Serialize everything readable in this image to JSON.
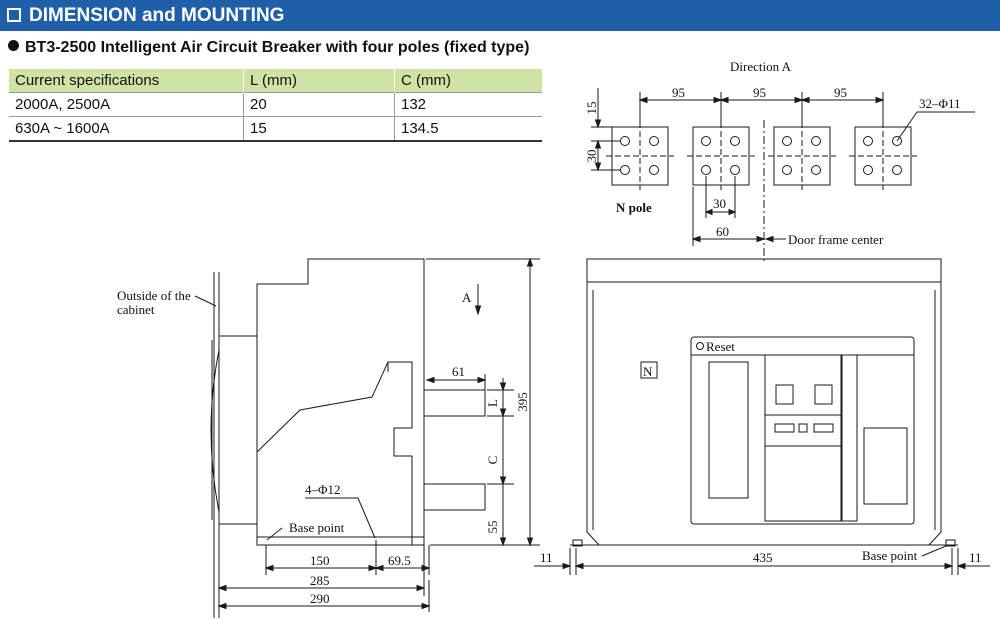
{
  "header": {
    "title": "DIMENSION and MOUNTING"
  },
  "subtitle": "BT3-2500 Intelligent Air Circuit Breaker with four poles (fixed type)",
  "table": {
    "headers": [
      "Current specifications",
      "L (mm)",
      "C (mm)"
    ],
    "rows": [
      [
        "2000A, 2500A",
        "20",
        "132"
      ],
      [
        "630A ~ 1600A",
        "15",
        "134.5"
      ]
    ]
  },
  "top_view": {
    "title": "Direction A",
    "dim_spacing": "95",
    "dim_top": "15",
    "dim_side": "30",
    "dim_hole_pitch": "30",
    "dim_width": "60",
    "hole_callout": "32–Φ11",
    "n_pole_label": "N pole",
    "door_frame_label": "Door frame center"
  },
  "side_view": {
    "cabinet_label_1": "Outside of the",
    "cabinet_label_2": "cabinet",
    "direction_label": "A",
    "dim_61": "61",
    "dim_L": "L",
    "dim_C": "C",
    "dim_395": "395",
    "dim_55": "55",
    "hole_callout": "4–Φ12",
    "base_point": "Base point",
    "dim_150": "150",
    "dim_69_5": "69.5",
    "dim_285": "285",
    "dim_290": "290"
  },
  "front_view": {
    "reset_label": "Reset",
    "n_mark": "N",
    "dim_11_left": "11",
    "dim_435": "435",
    "base_point": "Base point",
    "dim_11_right": "11"
  }
}
